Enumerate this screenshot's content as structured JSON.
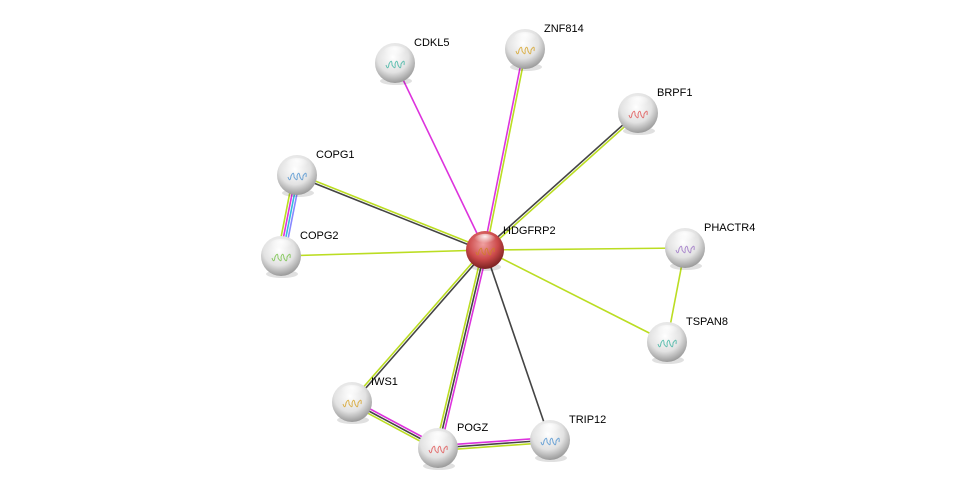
{
  "network": {
    "center": "HDGFRP2",
    "nodes": [
      {
        "id": "HDGFRP2",
        "label": "HDGFRP2",
        "query": true
      },
      {
        "id": "CDKL5",
        "label": "CDKL5"
      },
      {
        "id": "ZNF814",
        "label": "ZNF814"
      },
      {
        "id": "BRPF1",
        "label": "BRPF1"
      },
      {
        "id": "COPG1",
        "label": "COPG1"
      },
      {
        "id": "COPG2",
        "label": "COPG2"
      },
      {
        "id": "PHACTR4",
        "label": "PHACTR4"
      },
      {
        "id": "TSPAN8",
        "label": "TSPAN8"
      },
      {
        "id": "IWS1",
        "label": "IWS1"
      },
      {
        "id": "POGZ",
        "label": "POGZ"
      },
      {
        "id": "TRIP12",
        "label": "TRIP12"
      }
    ],
    "edges": [
      {
        "source": "HDGFRP2",
        "target": "CDKL5",
        "channels": [
          "experiments"
        ]
      },
      {
        "source": "HDGFRP2",
        "target": "ZNF814",
        "channels": [
          "experiments",
          "textmining"
        ]
      },
      {
        "source": "HDGFRP2",
        "target": "BRPF1",
        "channels": [
          "coexpression",
          "textmining"
        ]
      },
      {
        "source": "HDGFRP2",
        "target": "COPG1",
        "channels": [
          "coexpression",
          "textmining"
        ]
      },
      {
        "source": "HDGFRP2",
        "target": "COPG2",
        "channels": [
          "textmining"
        ]
      },
      {
        "source": "HDGFRP2",
        "target": "PHACTR4",
        "channels": [
          "textmining"
        ]
      },
      {
        "source": "HDGFRP2",
        "target": "TSPAN8",
        "channels": [
          "textmining"
        ]
      },
      {
        "source": "PHACTR4",
        "target": "TSPAN8",
        "channels": [
          "textmining"
        ]
      },
      {
        "source": "COPG1",
        "target": "COPG2",
        "channels": [
          "homology",
          "databases",
          "experiments",
          "textmining"
        ]
      },
      {
        "source": "HDGFRP2",
        "target": "IWS1",
        "channels": [
          "coexpression",
          "textmining"
        ]
      },
      {
        "source": "HDGFRP2",
        "target": "POGZ",
        "channels": [
          "experiments",
          "coexpression",
          "textmining"
        ]
      },
      {
        "source": "HDGFRP2",
        "target": "TRIP12",
        "channels": [
          "coexpression"
        ]
      },
      {
        "source": "IWS1",
        "target": "POGZ",
        "channels": [
          "experiments",
          "coexpression",
          "textmining"
        ]
      },
      {
        "source": "POGZ",
        "target": "TRIP12",
        "channels": [
          "experiments",
          "coexpression",
          "textmining"
        ]
      }
    ]
  },
  "colors": {
    "experiments": "#dd33dd",
    "textmining": "#bbdd22",
    "coexpression": "#444444",
    "databases": "#33bbdd",
    "homology": "#8888ff",
    "query_node": "#cc4444",
    "node": "#e6e6e6"
  }
}
